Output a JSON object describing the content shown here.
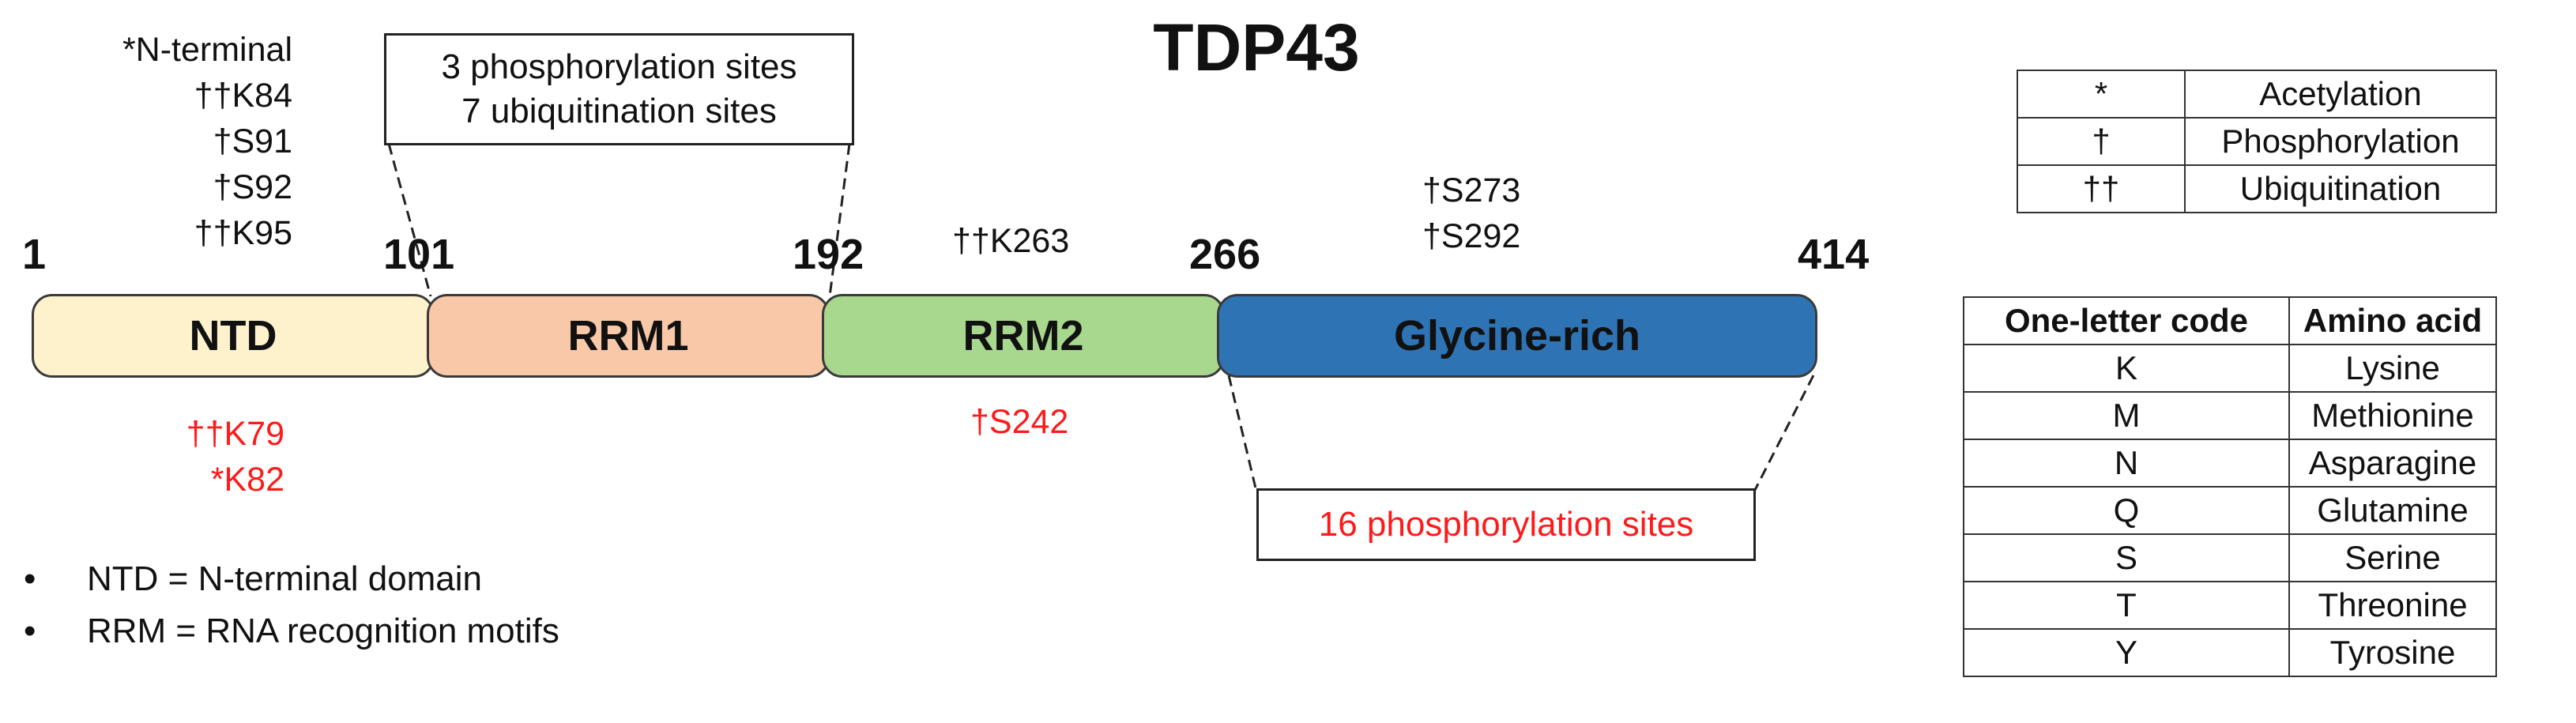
{
  "title": "TDP43",
  "positions": [
    "1",
    "101",
    "192",
    "266",
    "414"
  ],
  "domains": [
    {
      "label": "NTD",
      "color": "#fdf2cc"
    },
    {
      "label": "RRM1",
      "color": "#f8c8a8"
    },
    {
      "label": "RRM2",
      "color": "#a8d88e"
    },
    {
      "label": "Glycine-rich",
      "color": "#2e74b5"
    }
  ],
  "sites_above_ntd": [
    "*N-terminal",
    "††K84",
    "†S91",
    "†S92",
    "††K95"
  ],
  "sites_above_rrm2": [
    "††K263"
  ],
  "sites_above_gly": [
    "†S273",
    "†S292"
  ],
  "sites_below_ntd": [
    "††K79",
    "*K82"
  ],
  "sites_below_rrm2": [
    "†S242"
  ],
  "callout_rrm1": [
    "3 phosphorylation  sites",
    "7 ubiquitination  sites"
  ],
  "callout_gly": "16 phosphorylation  sites",
  "bullets": [
    "NTD  = N-terminal  domain",
    "RRM  = RNA  recognition  motifs"
  ],
  "bullet_char": "•",
  "modification_legend": [
    {
      "symbol": "*",
      "name": "Acetylation"
    },
    {
      "symbol": "†",
      "name": "Phosphorylation"
    },
    {
      "symbol": "††",
      "name": "Ubiquitination"
    }
  ],
  "amino_table": {
    "headers": [
      "One-letter code",
      "Amino  acid"
    ],
    "rows": [
      [
        "K",
        "Lysine"
      ],
      [
        "M",
        "Methionine"
      ],
      [
        "N",
        "Asparagine"
      ],
      [
        "Q",
        "Glutamine"
      ],
      [
        "S",
        "Serine"
      ],
      [
        "T",
        "Threonine"
      ],
      [
        "Y",
        "Tyrosine"
      ]
    ]
  },
  "colors": {
    "highlight_red": "#ff1a1a",
    "outline": "#3a3a3a"
  }
}
